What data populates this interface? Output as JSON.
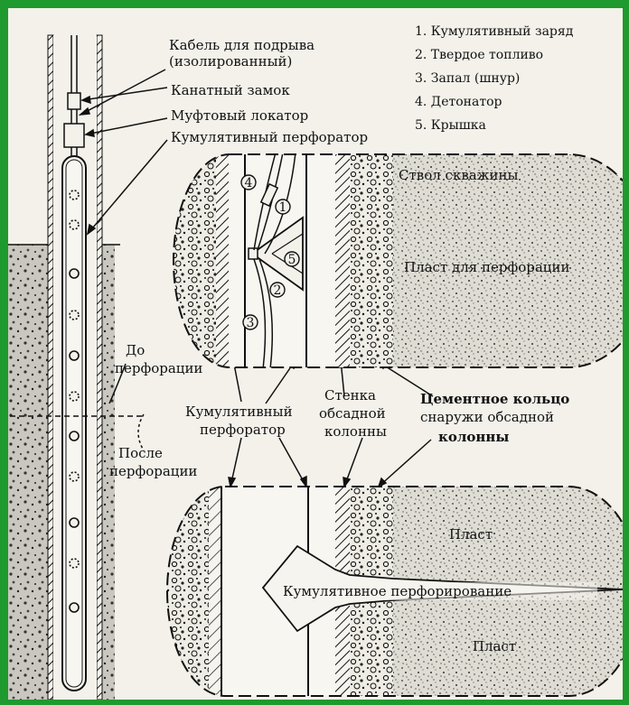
{
  "legend": {
    "items": [
      "1. Кумулятивный заряд",
      "2. Твердое топливо",
      "3. Запал (шнур)",
      "4. Детонатор",
      "5. Крышка"
    ]
  },
  "callouts": {
    "cable_line1": "Кабель для подрыва",
    "cable_line2": "(изолированный)",
    "cable_lock": "Канатный замок",
    "collar_locator": "Муфтовый локатор",
    "perforator_top": "Кумулятивный перфоратор",
    "before_line1": "До",
    "before_line2": "перфорации",
    "after_line1": "После",
    "after_line2": "перфорации",
    "perforator_mid_line1": "Кумулятивный",
    "perforator_mid_line2": "перфоратор",
    "casing_wall_line1": "Стенка",
    "casing_wall_line2": "обсадной",
    "casing_wall_line3": "колонны",
    "cement_line1": "Цементное кольцо",
    "cement_line2": "снаружи обсадной",
    "cement_line3": "колонны"
  },
  "upper_view": {
    "wellbore": "Ствол скважины",
    "formation": "Пласт для перфорации",
    "part_numbers": [
      "1",
      "2",
      "3",
      "4",
      "5"
    ]
  },
  "lower_view": {
    "formation_top": "Пласт",
    "formation_bottom": "Пласт",
    "jet_label": "Кумулятивное перфорирование"
  },
  "colors": {
    "border_green": "#1f9a2e",
    "paper": "#f3f1ea",
    "ink": "#111111",
    "formation_fill": "#e6e4dc"
  }
}
